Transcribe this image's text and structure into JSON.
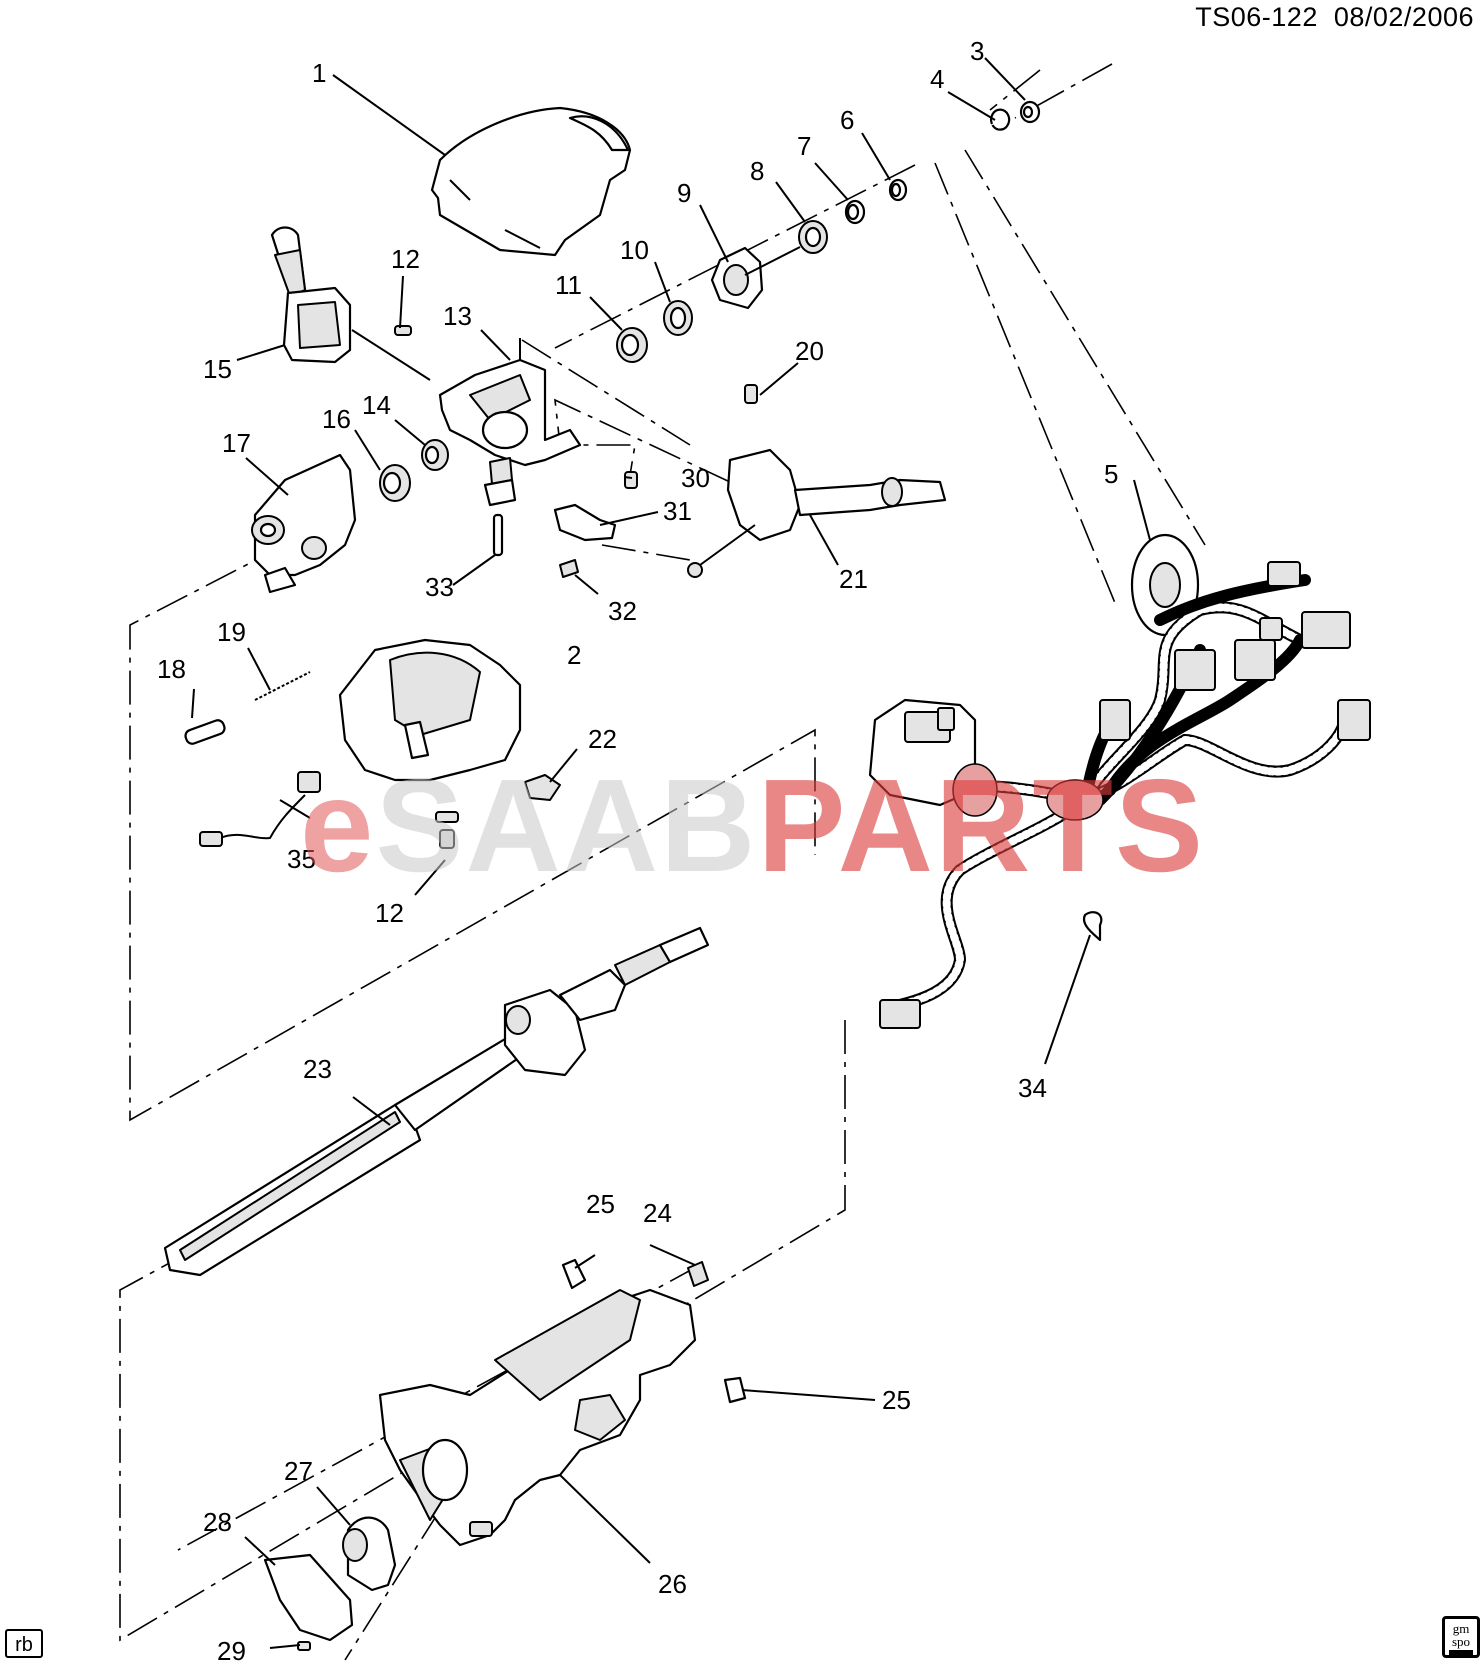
{
  "header": {
    "drawing_id": "TS06-122",
    "date": "08/02/2006"
  },
  "watermark": {
    "part1": "e",
    "part2": "SAAB",
    "part3": "PARTS"
  },
  "corner_badges": {
    "left": "rb",
    "right_top": "gm",
    "right_bottom": "spo"
  },
  "callouts": {
    "c1": "1",
    "c2": "2",
    "c3": "3",
    "c4": "4",
    "c5": "5",
    "c6": "6",
    "c7": "7",
    "c8": "8",
    "c9": "9",
    "c10": "10",
    "c11": "11",
    "c12a": "12",
    "c12b": "12",
    "c13": "13",
    "c14": "14",
    "c15": "15",
    "c16": "16",
    "c17": "17",
    "c18": "18",
    "c19": "19",
    "c20": "20",
    "c21": "21",
    "c22": "22",
    "c23": "23",
    "c24": "24",
    "c25a": "25",
    "c25b": "25",
    "c26": "26",
    "c27": "27",
    "c28": "28",
    "c29": "29",
    "c30": "30",
    "c31": "31",
    "c32": "32",
    "c33": "33",
    "c34": "34",
    "c35": "35"
  }
}
